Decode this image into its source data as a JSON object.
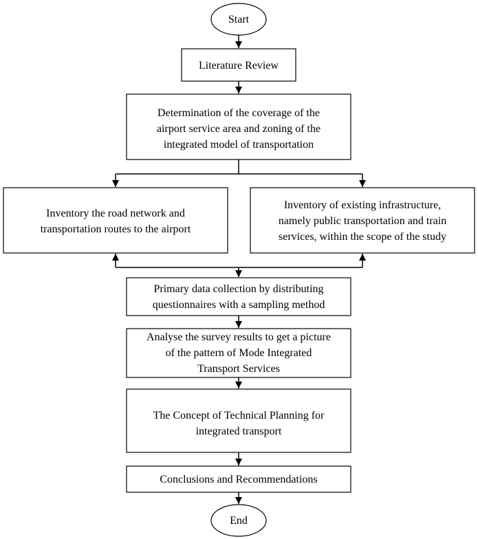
{
  "flowchart": {
    "start": "Start",
    "end": "End",
    "literature_review": "Literature Review",
    "coverage": [
      "Determination of the coverage of the",
      "airport service area and zoning of the",
      "integrated model of transportation"
    ],
    "road_inventory": [
      "Inventory the road network and",
      "transportation routes to the airport"
    ],
    "infra_inventory": [
      "Inventory of existing infrastructure,",
      "namely public transportation and train",
      "services, within the scope of the study"
    ],
    "primary_data": [
      "Primary data collection by distributing",
      "questionnaires with a sampling method"
    ],
    "analyse": [
      "Analyse the survey results to get a picture",
      "of the pattern of Mode Integrated",
      "Transport Services"
    ],
    "concept": [
      "The Concept of Technical Planning for",
      "integrated transport"
    ],
    "conclusions": "Conclusions and Recommendations"
  }
}
